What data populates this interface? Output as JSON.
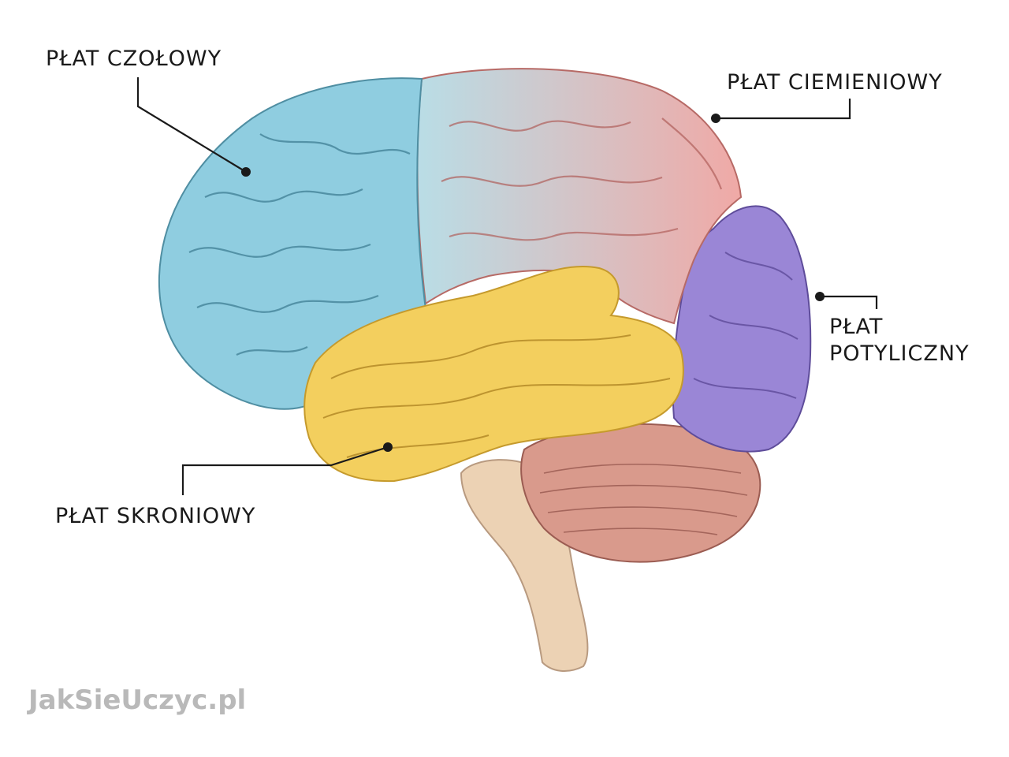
{
  "labels": {
    "frontal": "PŁAT CZOŁOWY",
    "parietal": "PŁAT CIEMIENIOWY",
    "occipital_line1": "PŁAT",
    "occipital_line2": "POTYLICZNY",
    "temporal": "PŁAT SKRONIOWY"
  },
  "watermark": "JakSieUczyc.pl",
  "colors": {
    "frontal": "#8fcde0",
    "parietal": "#f0a9a6",
    "occipital": "#9a86d6",
    "temporal": "#f3cf5e",
    "cerebellum": "#d99a8c",
    "brainstem": "#ecd2b4",
    "leader_line": "#1a1a1a"
  }
}
